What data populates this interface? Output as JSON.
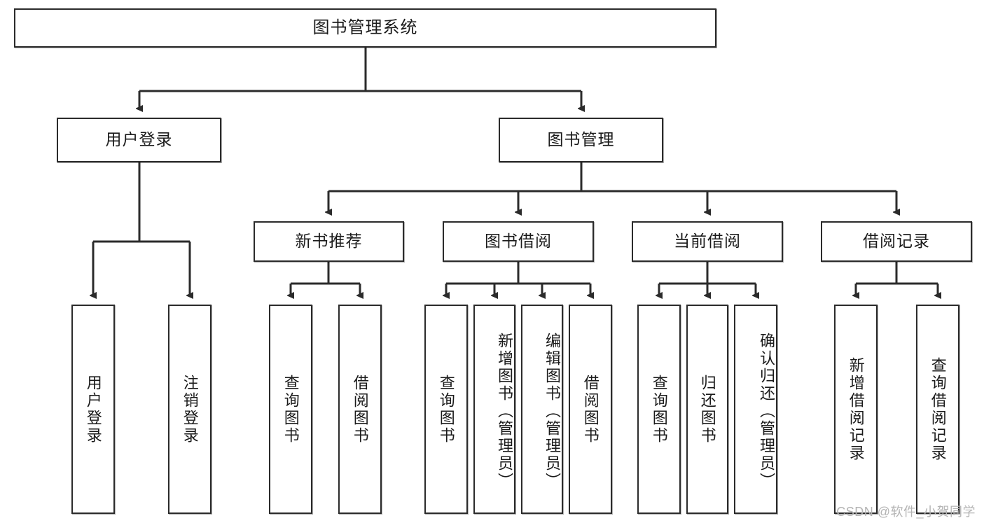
{
  "diagram": {
    "title": "图书管理系统",
    "type": "tree-hierarchy",
    "root": {
      "label": "图书管理系统"
    },
    "level2": [
      {
        "label": "用户登录"
      },
      {
        "label": "图书管理"
      }
    ],
    "level3": [
      {
        "label": "新书推荐"
      },
      {
        "label": "图书借阅"
      },
      {
        "label": "当前借阅"
      },
      {
        "label": "借阅记录"
      }
    ],
    "leaves": {
      "user_login": [
        {
          "label": "用户登录"
        },
        {
          "label": "注销登录"
        }
      ],
      "new_book_recommend": [
        {
          "label": "查询图书"
        },
        {
          "label": "借阅图书"
        }
      ],
      "book_borrow": [
        {
          "label": "查询图书"
        },
        {
          "label": "新增图书（管理员）"
        },
        {
          "label": "编辑图书（管理员）"
        },
        {
          "label": "借阅图书"
        }
      ],
      "current_borrow": [
        {
          "label": "查询图书"
        },
        {
          "label": "归还图书"
        },
        {
          "label": "确认归还（管理员）"
        }
      ],
      "borrow_record": [
        {
          "label": "新增借阅记录"
        },
        {
          "label": "查询借阅记录"
        }
      ]
    }
  },
  "watermark": {
    "text": "CSDN @软件_小贺同学"
  },
  "colors": {
    "border": "#2b2b2b",
    "background": "#ffffff",
    "text": "#1a1a1a",
    "watermark": "#b4b4b4"
  }
}
